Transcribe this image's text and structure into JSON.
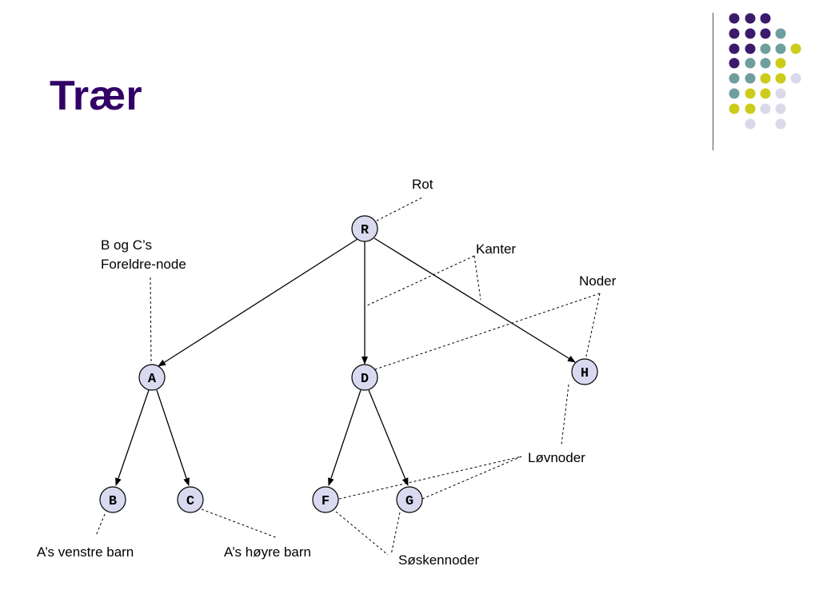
{
  "slide": {
    "title": "Trær"
  },
  "colors": {
    "title": "#330066",
    "node_fill": "#d9d9f0",
    "dot_purple": "#3b1a6b",
    "dot_teal": "#6f9e9e",
    "dot_yellow": "#cccc1a",
    "dot_lavender": "#d9d9ea"
  },
  "tree": {
    "nodes": {
      "R": "R",
      "A": "A",
      "D": "D",
      "H": "H",
      "B": "B",
      "C": "C",
      "F": "F",
      "G": "G"
    }
  },
  "callouts": {
    "rot": "Rot",
    "parent_line1": "B og C’s",
    "parent_line2": "Foreldre-node",
    "kanter": "Kanter",
    "noder": "Noder",
    "lovnoder": "Løvnoder",
    "left_child": "A’s venstre barn",
    "right_child": "A’s høyre barn",
    "soskennoder": "Søskennoder"
  }
}
